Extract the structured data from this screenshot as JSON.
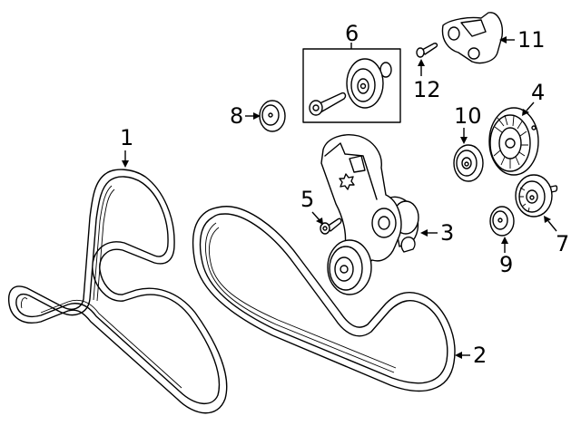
{
  "diagram": {
    "type": "exploded-parts-diagram",
    "subject": "Serpentine drive belt and pulleys",
    "callouts": [
      {
        "id": "1",
        "label": "1",
        "part": "drive-belt-upper"
      },
      {
        "id": "2",
        "label": "2",
        "part": "drive-belt-lower"
      },
      {
        "id": "3",
        "label": "3",
        "part": "belt-tensioner"
      },
      {
        "id": "4",
        "label": "4",
        "part": "idler-pulley-large"
      },
      {
        "id": "5",
        "label": "5",
        "part": "tensioner-bolt"
      },
      {
        "id": "6",
        "label": "6",
        "part": "idler-pulley-kit"
      },
      {
        "id": "7",
        "label": "7",
        "part": "idler-pulley-ribbed"
      },
      {
        "id": "8",
        "label": "8",
        "part": "dust-cap"
      },
      {
        "id": "9",
        "label": "9",
        "part": "dust-cap"
      },
      {
        "id": "10",
        "label": "10",
        "part": "dust-cap"
      },
      {
        "id": "11",
        "label": "11",
        "part": "tensioner-bracket"
      },
      {
        "id": "12",
        "label": "12",
        "part": "bracket-bolt"
      }
    ]
  }
}
